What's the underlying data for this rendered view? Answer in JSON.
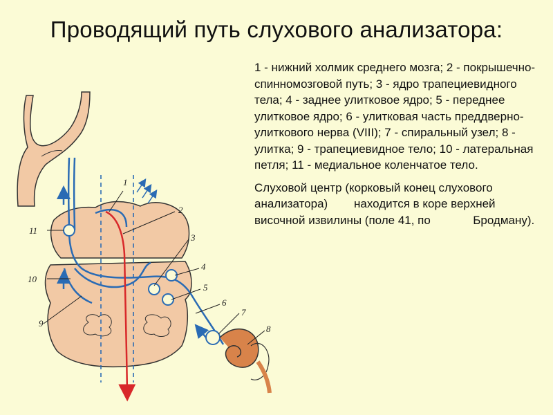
{
  "title": "Проводящий путь слухового анализатора:",
  "legend_text": "1 - нижний холмик среднего мозга; 2 - покрышечно-спинномозговой путь; 3 - ядро трапециевидного тела; 4 - заднее улитковое ядро; 5 - переднее улитковое ядро; 6 - улитковая часть преддверно-улиткового нерва (VIII); 7 - спиральный узел; 8 - улитка; 9 - трапециевидное тело; 10 - латеральная петля; 11 - медиальное коленчатое тело.",
  "center_text": "Слуховой центр (корковый конец слухового анализатора)        находится в коре верхней            височной извилины (поле 41, по             Бродману).",
  "diagram": {
    "labels": [
      "1",
      "2",
      "3",
      "4",
      "5",
      "6",
      "7",
      "8",
      "9",
      "10",
      "11"
    ]
  },
  "colors": {
    "background": "#fbfbd6",
    "pathway_blue": "#2a6bb4",
    "pathway_red": "#d8282a",
    "brain_tissue": "#f2c9a5",
    "cochlea": "#d8834a"
  }
}
